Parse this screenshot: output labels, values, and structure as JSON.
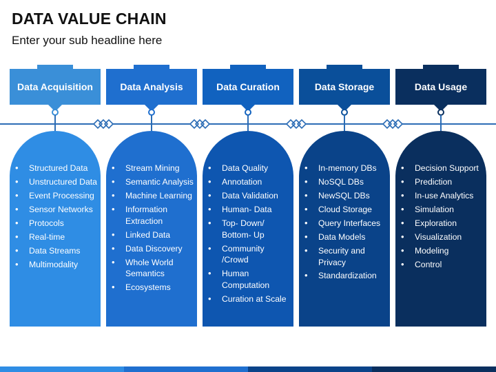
{
  "slide": {
    "title": "DATA VALUE CHAIN",
    "subtitle": "Enter your sub headline here"
  },
  "colors": {
    "connector_line": "#2b6cb5",
    "stage1": "#2f8de4",
    "stage2": "#1f6fcf",
    "stage3": "#0e56b0",
    "stage4": "#0a4389",
    "stage5": "#0a2f5e",
    "header1": "#3a8fd8",
    "header2": "#1f6fcf",
    "header3": "#1162bf",
    "header4": "#0a4f9a",
    "header5": "#0a2f5e"
  },
  "stages": [
    {
      "title": "Data Acquisition",
      "items": [
        "Structured Data",
        "Unstructured Data",
        "Event Processing",
        "Sensor Networks",
        "Protocols",
        "Real-time",
        "Data Streams",
        "Multimodality"
      ]
    },
    {
      "title": "Data Analysis",
      "items": [
        "Stream Mining",
        "Semantic Analysis",
        "Machine Learning",
        "Information Extraction",
        "Linked Data",
        "Data Discovery",
        "Whole World Semantics",
        "Ecosystems"
      ]
    },
    {
      "title": "Data Curation",
      "items": [
        "Data Quality",
        "Annotation",
        "Data Validation",
        "Human- Data",
        "Top- Down/ Bottom- Up",
        "Community /Crowd",
        "Human Computation",
        "Curation at Scale"
      ]
    },
    {
      "title": "Data Storage",
      "items": [
        "In-memory DBs",
        "NoSQL DBs",
        "NewSQL DBs",
        "Cloud Storage",
        "Query Interfaces",
        "Data Models",
        "Security and Privacy",
        "Standardization"
      ]
    },
    {
      "title": "Data Usage",
      "items": [
        "Decision Support",
        "Prediction",
        "In-use Analytics",
        "Simulation",
        "Exploration",
        "Visualization",
        "Modeling",
        "Control"
      ]
    }
  ]
}
